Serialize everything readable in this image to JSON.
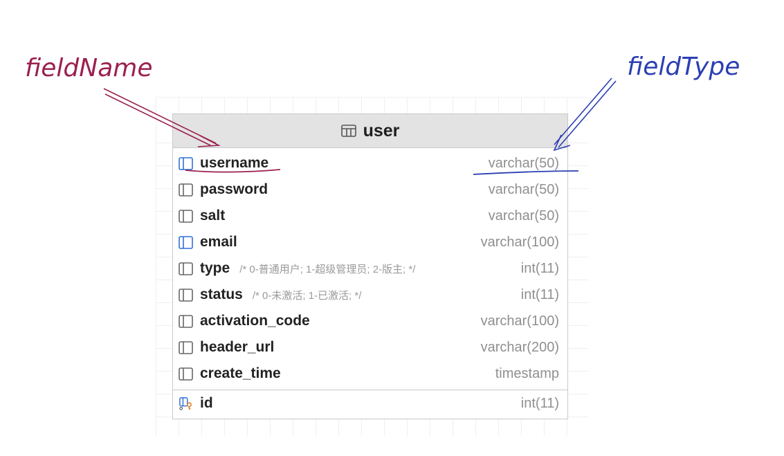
{
  "annotations": {
    "field_name_label": "fieldName",
    "field_type_label": "fieldType"
  },
  "table": {
    "name": "user",
    "fields": [
      {
        "name": "username",
        "comment": "",
        "type": "varchar(50)",
        "icon": "column-icon",
        "highlight": true
      },
      {
        "name": "password",
        "comment": "",
        "type": "varchar(50)",
        "icon": "column-icon",
        "highlight": false
      },
      {
        "name": "salt",
        "comment": "",
        "type": "varchar(50)",
        "icon": "column-icon",
        "highlight": false
      },
      {
        "name": "email",
        "comment": "",
        "type": "varchar(100)",
        "icon": "column-icon",
        "highlight": true
      },
      {
        "name": "type",
        "comment": "/* 0-普通用户; 1-超级管理员; 2-版主; */",
        "type": "int(11)",
        "icon": "column-icon",
        "highlight": false
      },
      {
        "name": "status",
        "comment": "/* 0-未激活; 1-已激活; */",
        "type": "int(11)",
        "icon": "column-icon",
        "highlight": false
      },
      {
        "name": "activation_code",
        "comment": "",
        "type": "varchar(100)",
        "icon": "column-icon",
        "highlight": false
      },
      {
        "name": "header_url",
        "comment": "",
        "type": "varchar(200)",
        "icon": "column-icon",
        "highlight": false
      },
      {
        "name": "create_time",
        "comment": "",
        "type": "timestamp",
        "icon": "column-icon",
        "highlight": false
      }
    ],
    "key_fields": [
      {
        "name": "id",
        "comment": "",
        "type": "int(11)",
        "icon": "primary-key-icon"
      }
    ]
  },
  "colors": {
    "field_name_annotation": "#9b2050",
    "field_type_annotation": "#2b3fb3",
    "header_bg": "#e3e3e3",
    "highlight_icon": "#2f6fd6",
    "key_icon": "#e07a1f"
  }
}
